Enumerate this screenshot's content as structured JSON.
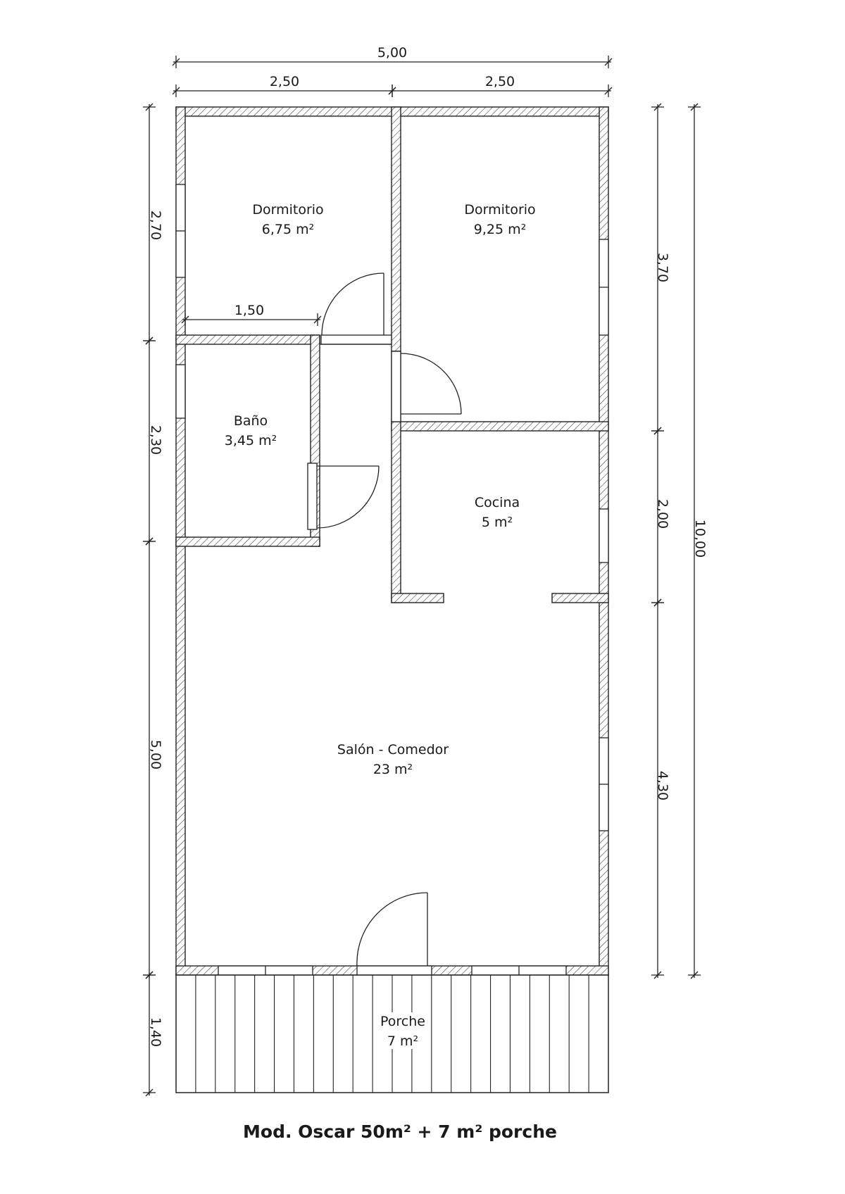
{
  "rooms": {
    "dorm1": {
      "name": "Dormitorio",
      "area": "6,75 m²"
    },
    "dorm2": {
      "name": "Dormitorio",
      "area": "9,25 m²"
    },
    "bano": {
      "name": "Baño",
      "area": "3,45 m²"
    },
    "cocina": {
      "name": "Cocina",
      "area": "5 m²"
    },
    "salon": {
      "name": "Salón - Comedor",
      "area": "23 m²"
    },
    "porche": {
      "name": "Porche",
      "area": "7 m²"
    }
  },
  "dimensions": {
    "top_total": "5,00",
    "top_left": "2,50",
    "top_right": "2,50",
    "bano_width": "1,50",
    "left_1": "2,70",
    "left_2": "2,30",
    "left_3": "5,00",
    "left_4": "1,40",
    "right_1": "3,70",
    "right_2": "2,00",
    "right_3": "4,30",
    "right_total": "10,00"
  },
  "title": "Mod. Oscar 50m² + 7 m² porche",
  "colors": {
    "line": "#222222",
    "background": "#ffffff"
  }
}
